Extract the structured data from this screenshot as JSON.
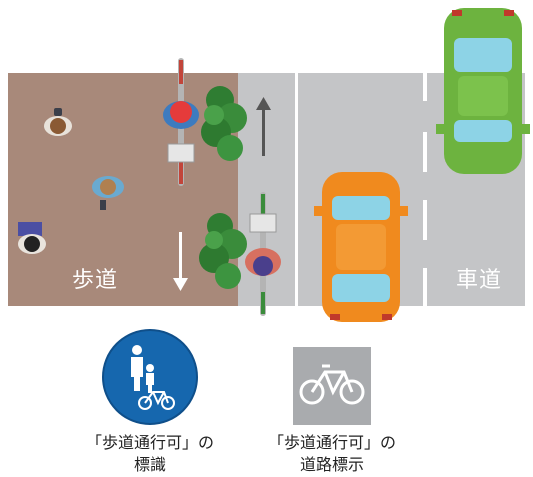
{
  "scene": {
    "sidewalk_label": "歩道",
    "roadway_label": "車道"
  },
  "signs": [
    {
      "caption_line1": "「歩道通行可」の",
      "caption_line2": "標識",
      "icon": "pedestrian-bicycle-sign"
    },
    {
      "caption_line1": "「歩道通行可」の",
      "caption_line2": "道路標示",
      "icon": "bicycle-road-marking"
    }
  ],
  "colors": {
    "sidewalk": "#a8897a",
    "road": "#c4c5c7",
    "sign_blue": "#1667ae",
    "car_orange": "#f08a1e",
    "car_green": "#6db33f",
    "marking_gray": "#a9abae"
  }
}
